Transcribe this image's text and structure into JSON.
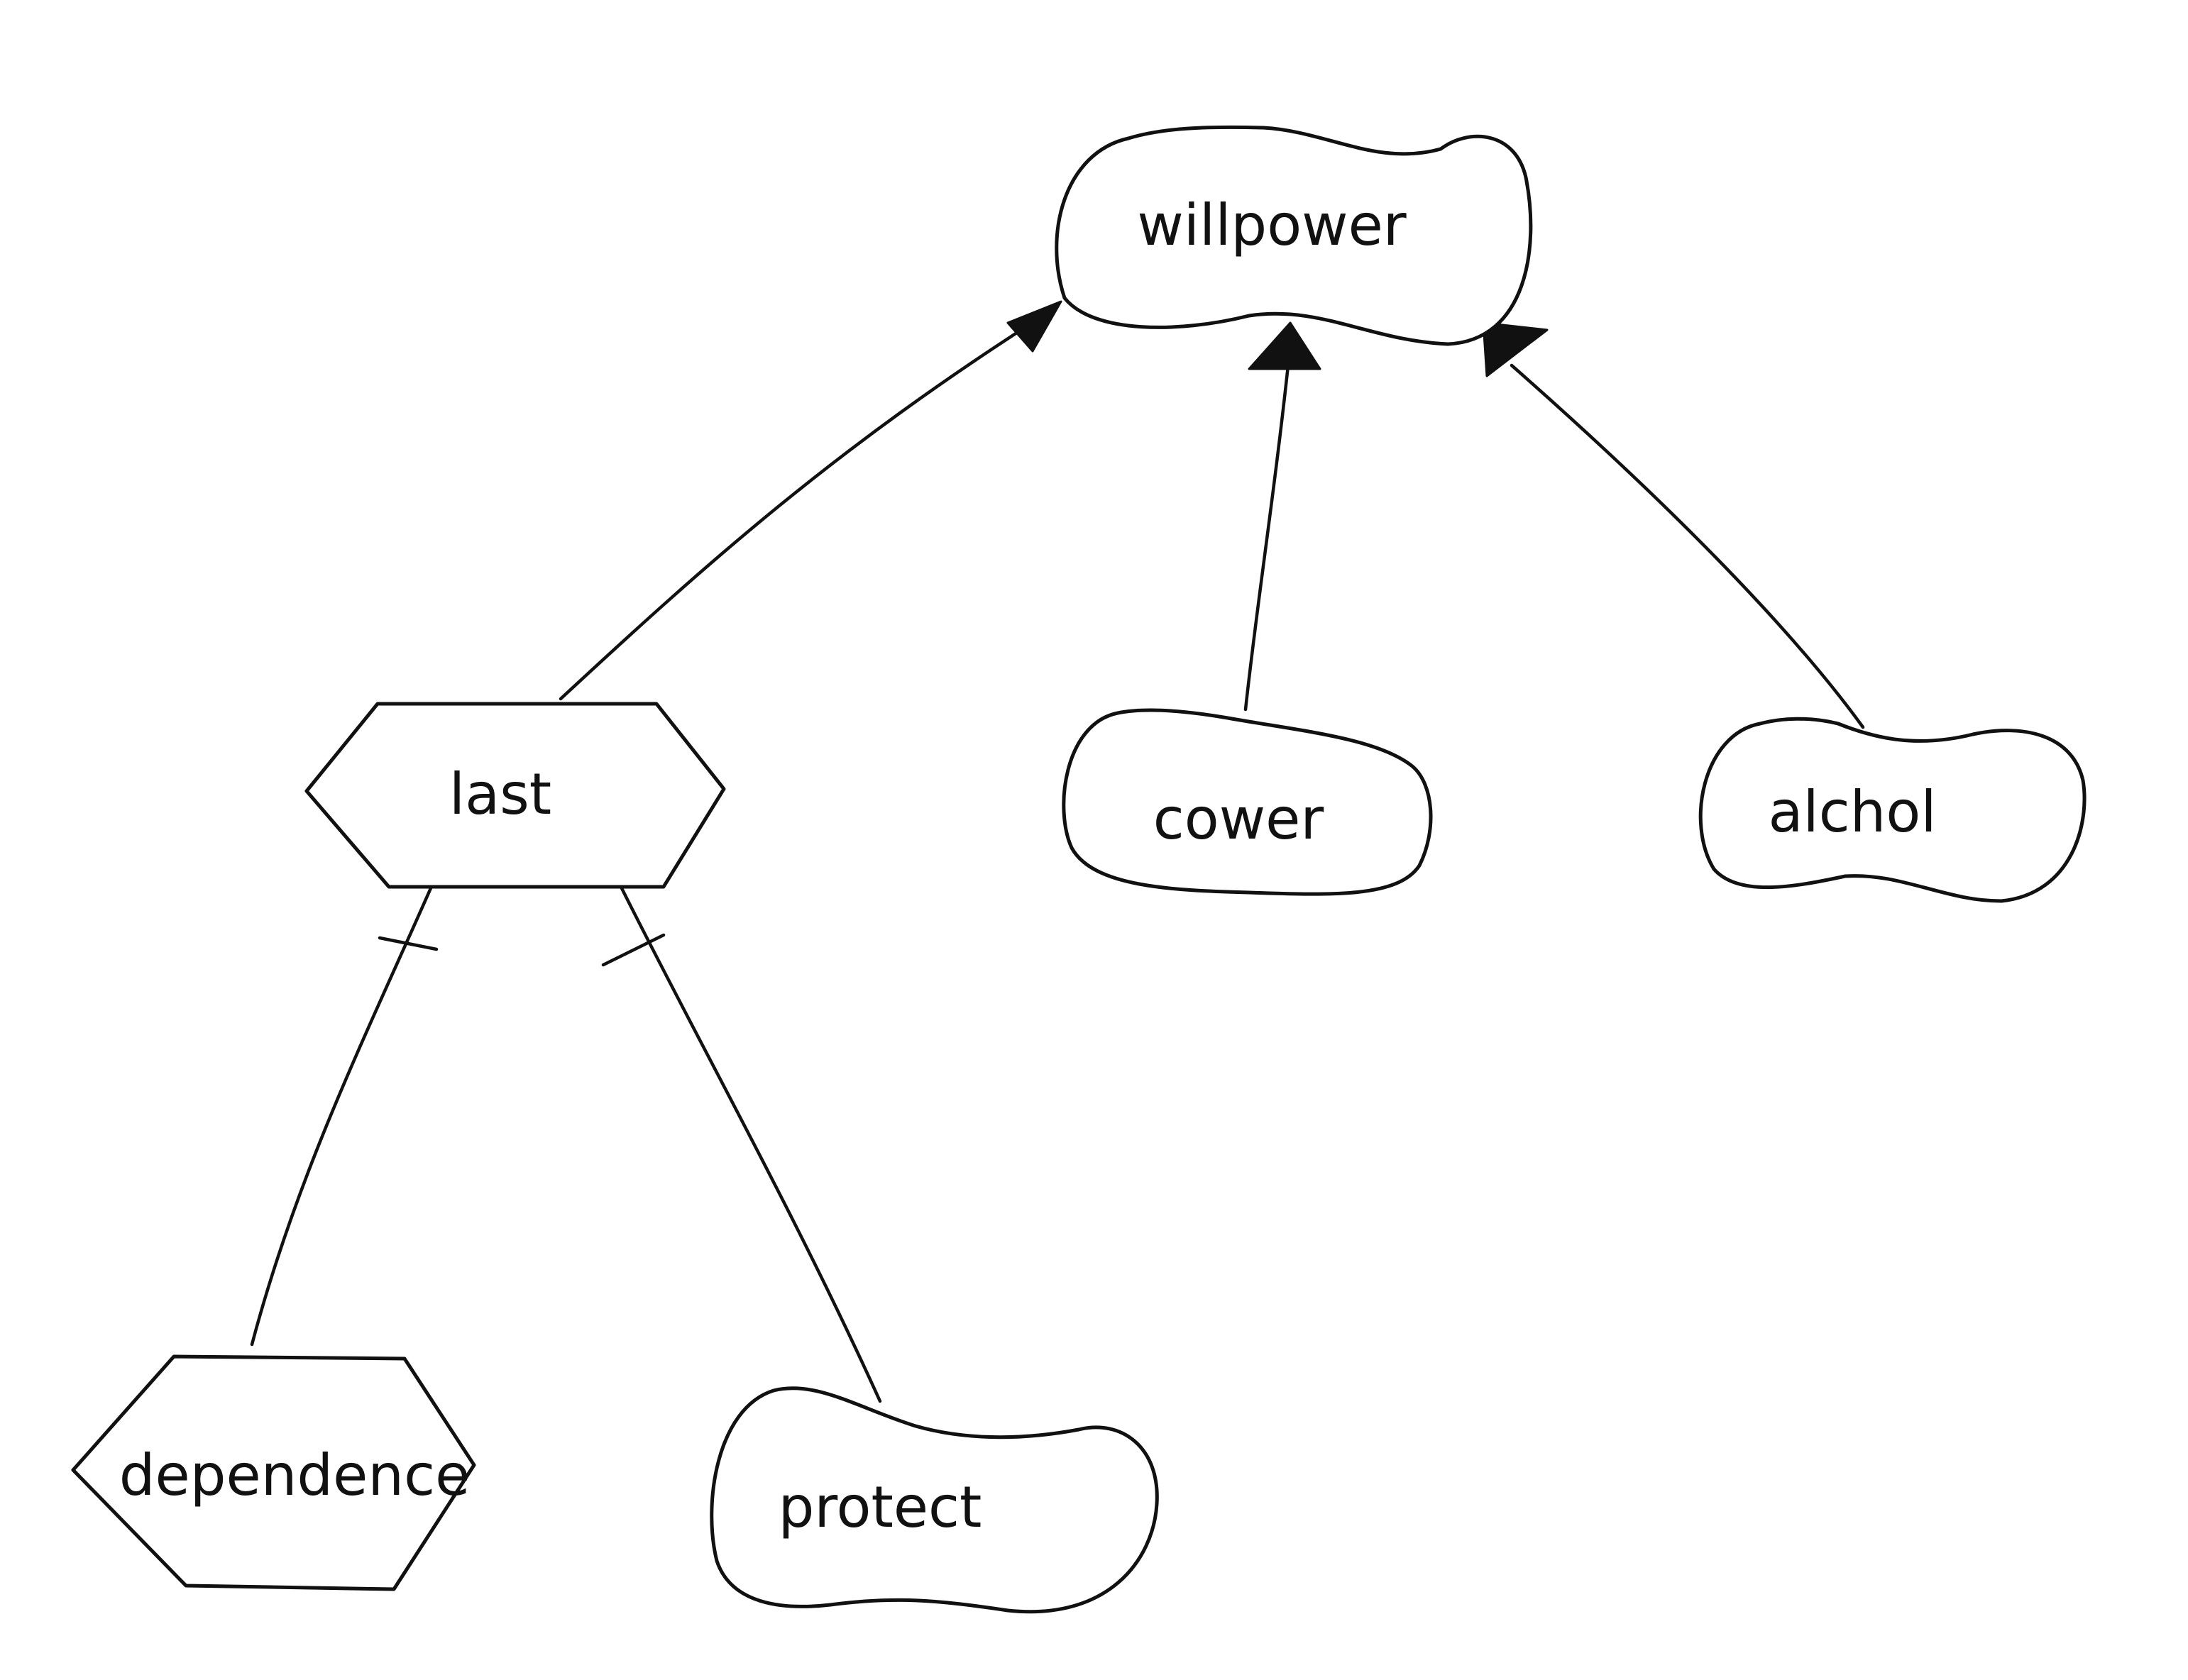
{
  "diagram": {
    "type": "hand-drawn concept graph",
    "stroke_color": "#111111",
    "background": "#ffffff",
    "nodes": [
      {
        "id": "willpower",
        "label": "willpower",
        "shape": "cloud"
      },
      {
        "id": "last",
        "label": "last",
        "shape": "hexagon"
      },
      {
        "id": "cower",
        "label": "cower",
        "shape": "cloud"
      },
      {
        "id": "alchol",
        "label": "alchol",
        "shape": "cloud"
      },
      {
        "id": "dependence",
        "label": "dependence",
        "shape": "hexagon"
      },
      {
        "id": "protect",
        "label": "protect",
        "shape": "cloud"
      }
    ],
    "edges": [
      {
        "from": "last",
        "to": "willpower",
        "marker": "filled-arrow"
      },
      {
        "from": "cower",
        "to": "willpower",
        "marker": "filled-arrow"
      },
      {
        "from": "alchol",
        "to": "willpower",
        "marker": "filled-arrow"
      },
      {
        "from": "last",
        "to": "dependence",
        "marker": "cross-tick"
      },
      {
        "from": "last",
        "to": "protect",
        "marker": "cross-tick"
      }
    ]
  }
}
